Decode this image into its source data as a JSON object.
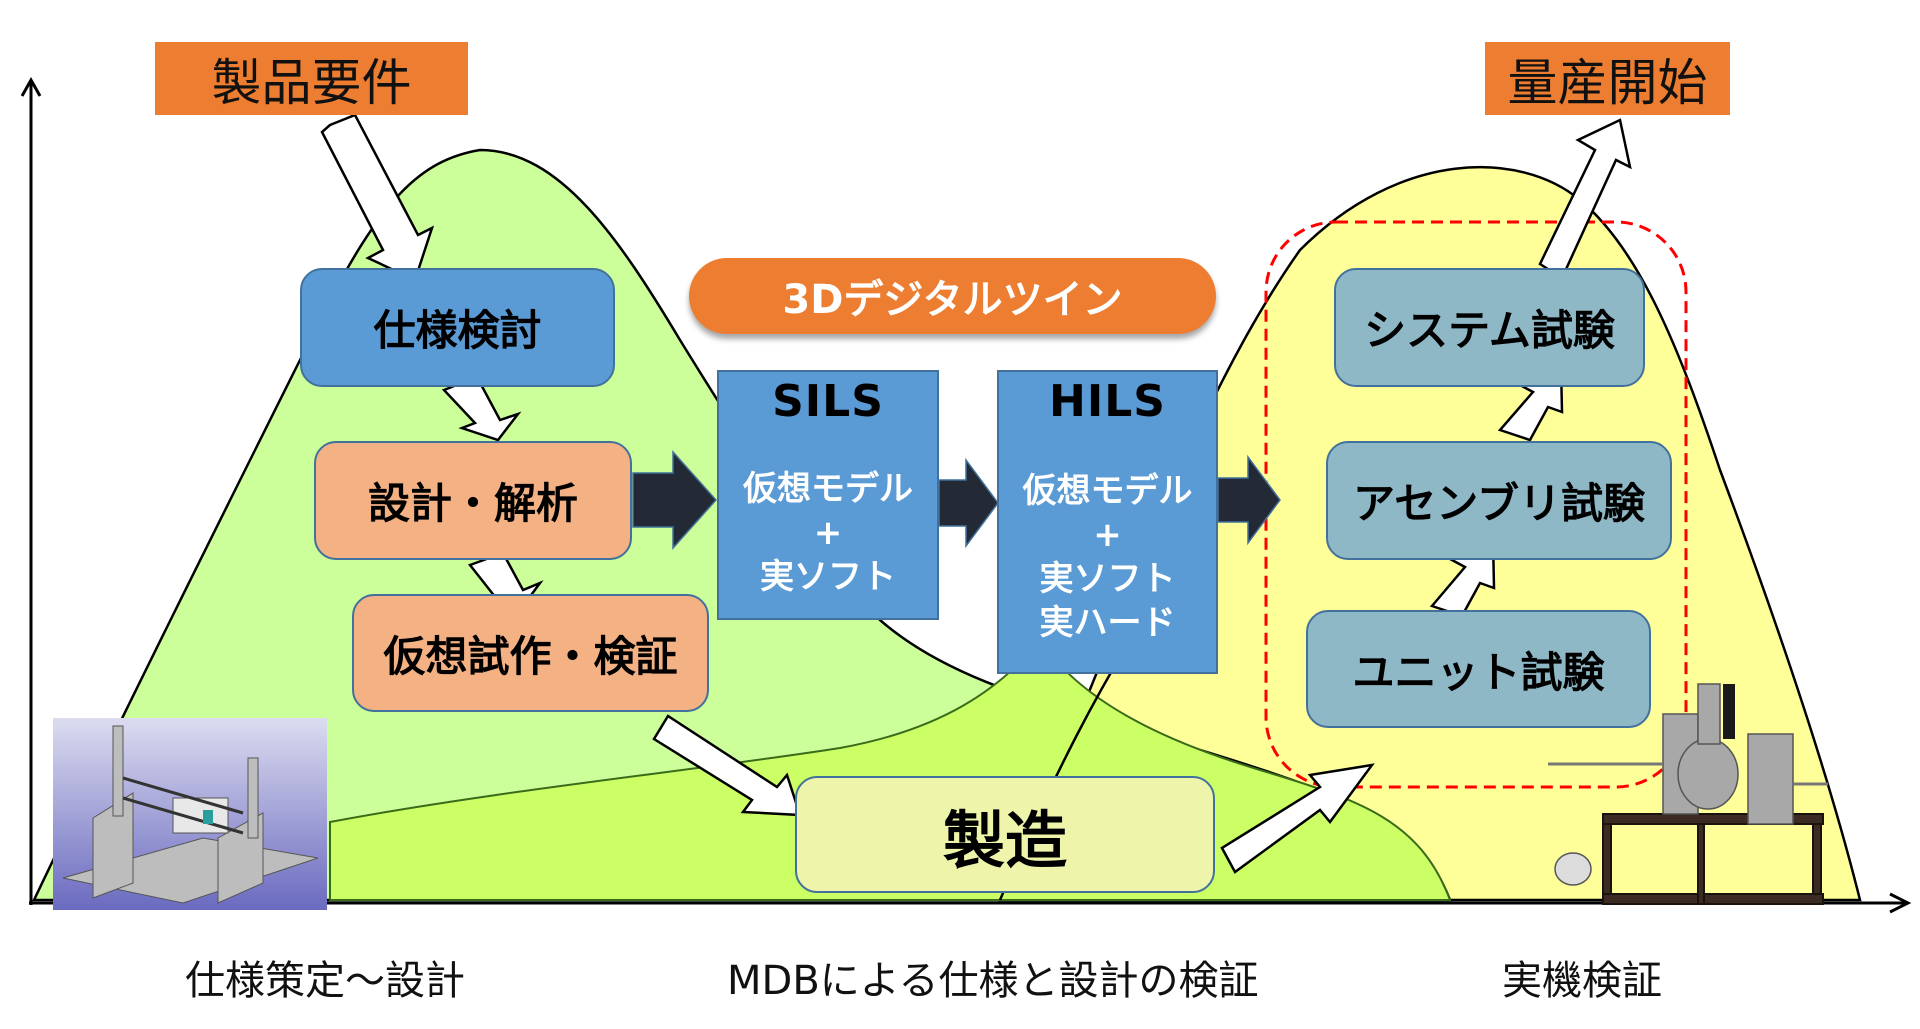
{
  "milestones": {
    "start": "製品要件",
    "end": "量産開始"
  },
  "banner": "3Dデジタルツイン",
  "design_phase": {
    "spec_review": "仕様検討",
    "design_analysis": "設計・解析",
    "virtual_prototype": "仮想試作・検証"
  },
  "simulation": {
    "sils": {
      "title": "SILS",
      "lines": [
        "仮想モデル",
        "+",
        "実ソフト"
      ]
    },
    "hils": {
      "title": "HILS",
      "lines": [
        "仮想モデル",
        "+",
        "実ソフト",
        "実ハード"
      ]
    }
  },
  "manufacturing": "製造",
  "verification_phase": {
    "system_test": "システム試験",
    "assembly_test": "アセンブリ試験",
    "unit_test": "ユニット試験"
  },
  "phase_labels": {
    "left": "仕様策定～設計",
    "center": "MDBによる仕様と設計の検証",
    "right": "実機検証"
  },
  "images": {
    "left": "cad-model-image",
    "right": "test-equipment-photo"
  },
  "colors": {
    "milestone": "#ed7d31",
    "spec_box": "#5b9bd5",
    "design_box": "#f4b183",
    "test_box": "#8fb8c7",
    "green_hill": "#ccff99",
    "yellow_hill": "#ffff99",
    "mid_hill": "#ccff66",
    "dashed_outline": "#ff0000",
    "dark_arrow": "#232a35"
  }
}
